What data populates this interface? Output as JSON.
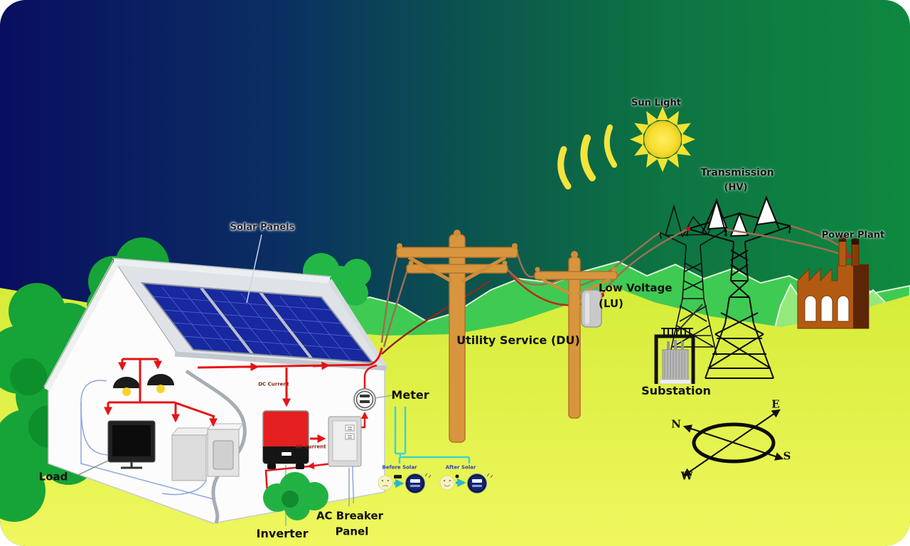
{
  "diagram": {
    "labels": {
      "sun_light": "Sun Light",
      "transmission": "Transmission",
      "transmission_sub": "(HV)",
      "power_plant": "Power Plant",
      "low_voltage": "Low Voltage",
      "low_voltage_sub": "(LU)",
      "utility_service": "Utility Service (DU)",
      "substation": "Substation",
      "solar_panels": "Solar Panels",
      "meter": "Meter",
      "load": "Load",
      "inverter": "Inverter",
      "ac_breaker_1": "AC Breaker",
      "ac_breaker_2": "Panel",
      "dc_current": "DC Current",
      "ac_current": "AC Current",
      "before_solar": "Before Solar",
      "after_solar": "After Solar"
    },
    "compass": {
      "n": "N",
      "e": "E",
      "s": "S",
      "w": "W"
    },
    "colors": {
      "sky_left": "#090e60",
      "sky_right": "#0f8840",
      "ground": "#e3f23c",
      "hill": "#3fca53",
      "tree": "#16a337",
      "pole": "#d8953e",
      "wire": "#9b6f52",
      "panel": "#18289e",
      "red_wire": "#e31515",
      "cyan": "#3fd4cf",
      "sun": "#f5e332"
    }
  }
}
